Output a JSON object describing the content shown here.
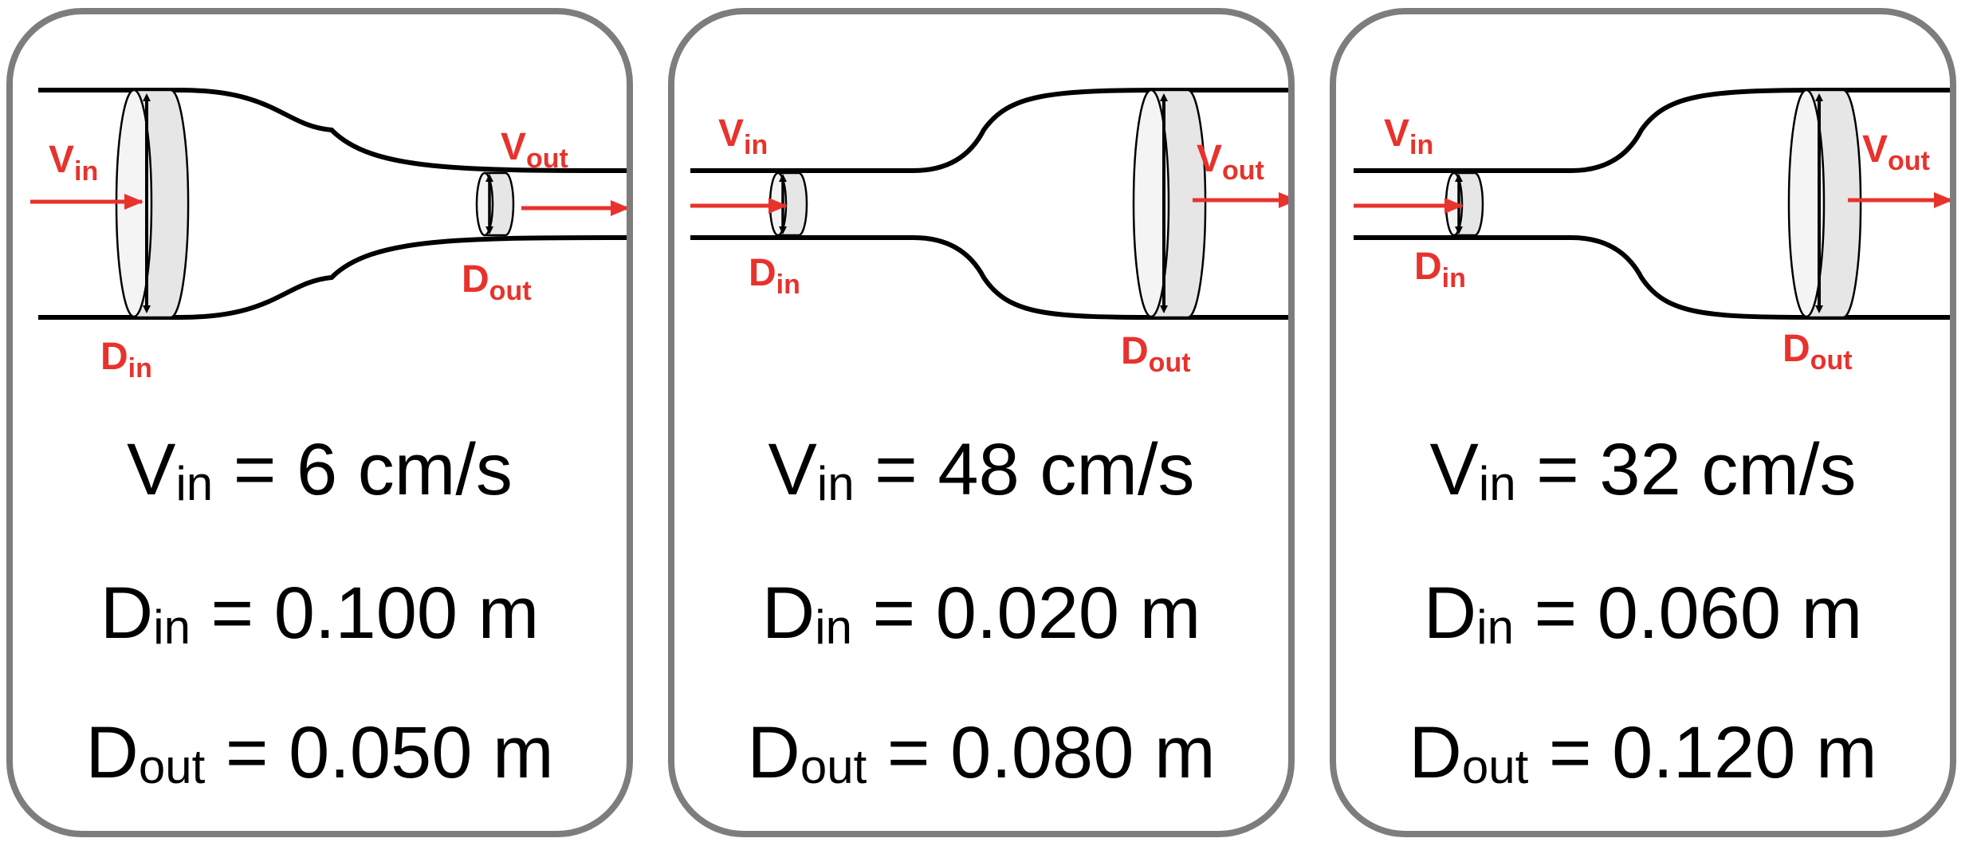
{
  "labels": {
    "v": "V",
    "d": "D",
    "in": "in",
    "out": "out",
    "eq": " = "
  },
  "colors": {
    "accent": "#e8322c",
    "border": "#7d7d7d",
    "disc": "#e6e6e6"
  },
  "panels": [
    {
      "vin": "6 cm/s",
      "din": "0.100 m",
      "dout": "0.050 m"
    },
    {
      "vin": "48 cm/s",
      "din": "0.020 m",
      "dout": "0.080 m"
    },
    {
      "vin": "32 cm/s",
      "din": "0.060 m",
      "dout": "0.120 m"
    }
  ]
}
